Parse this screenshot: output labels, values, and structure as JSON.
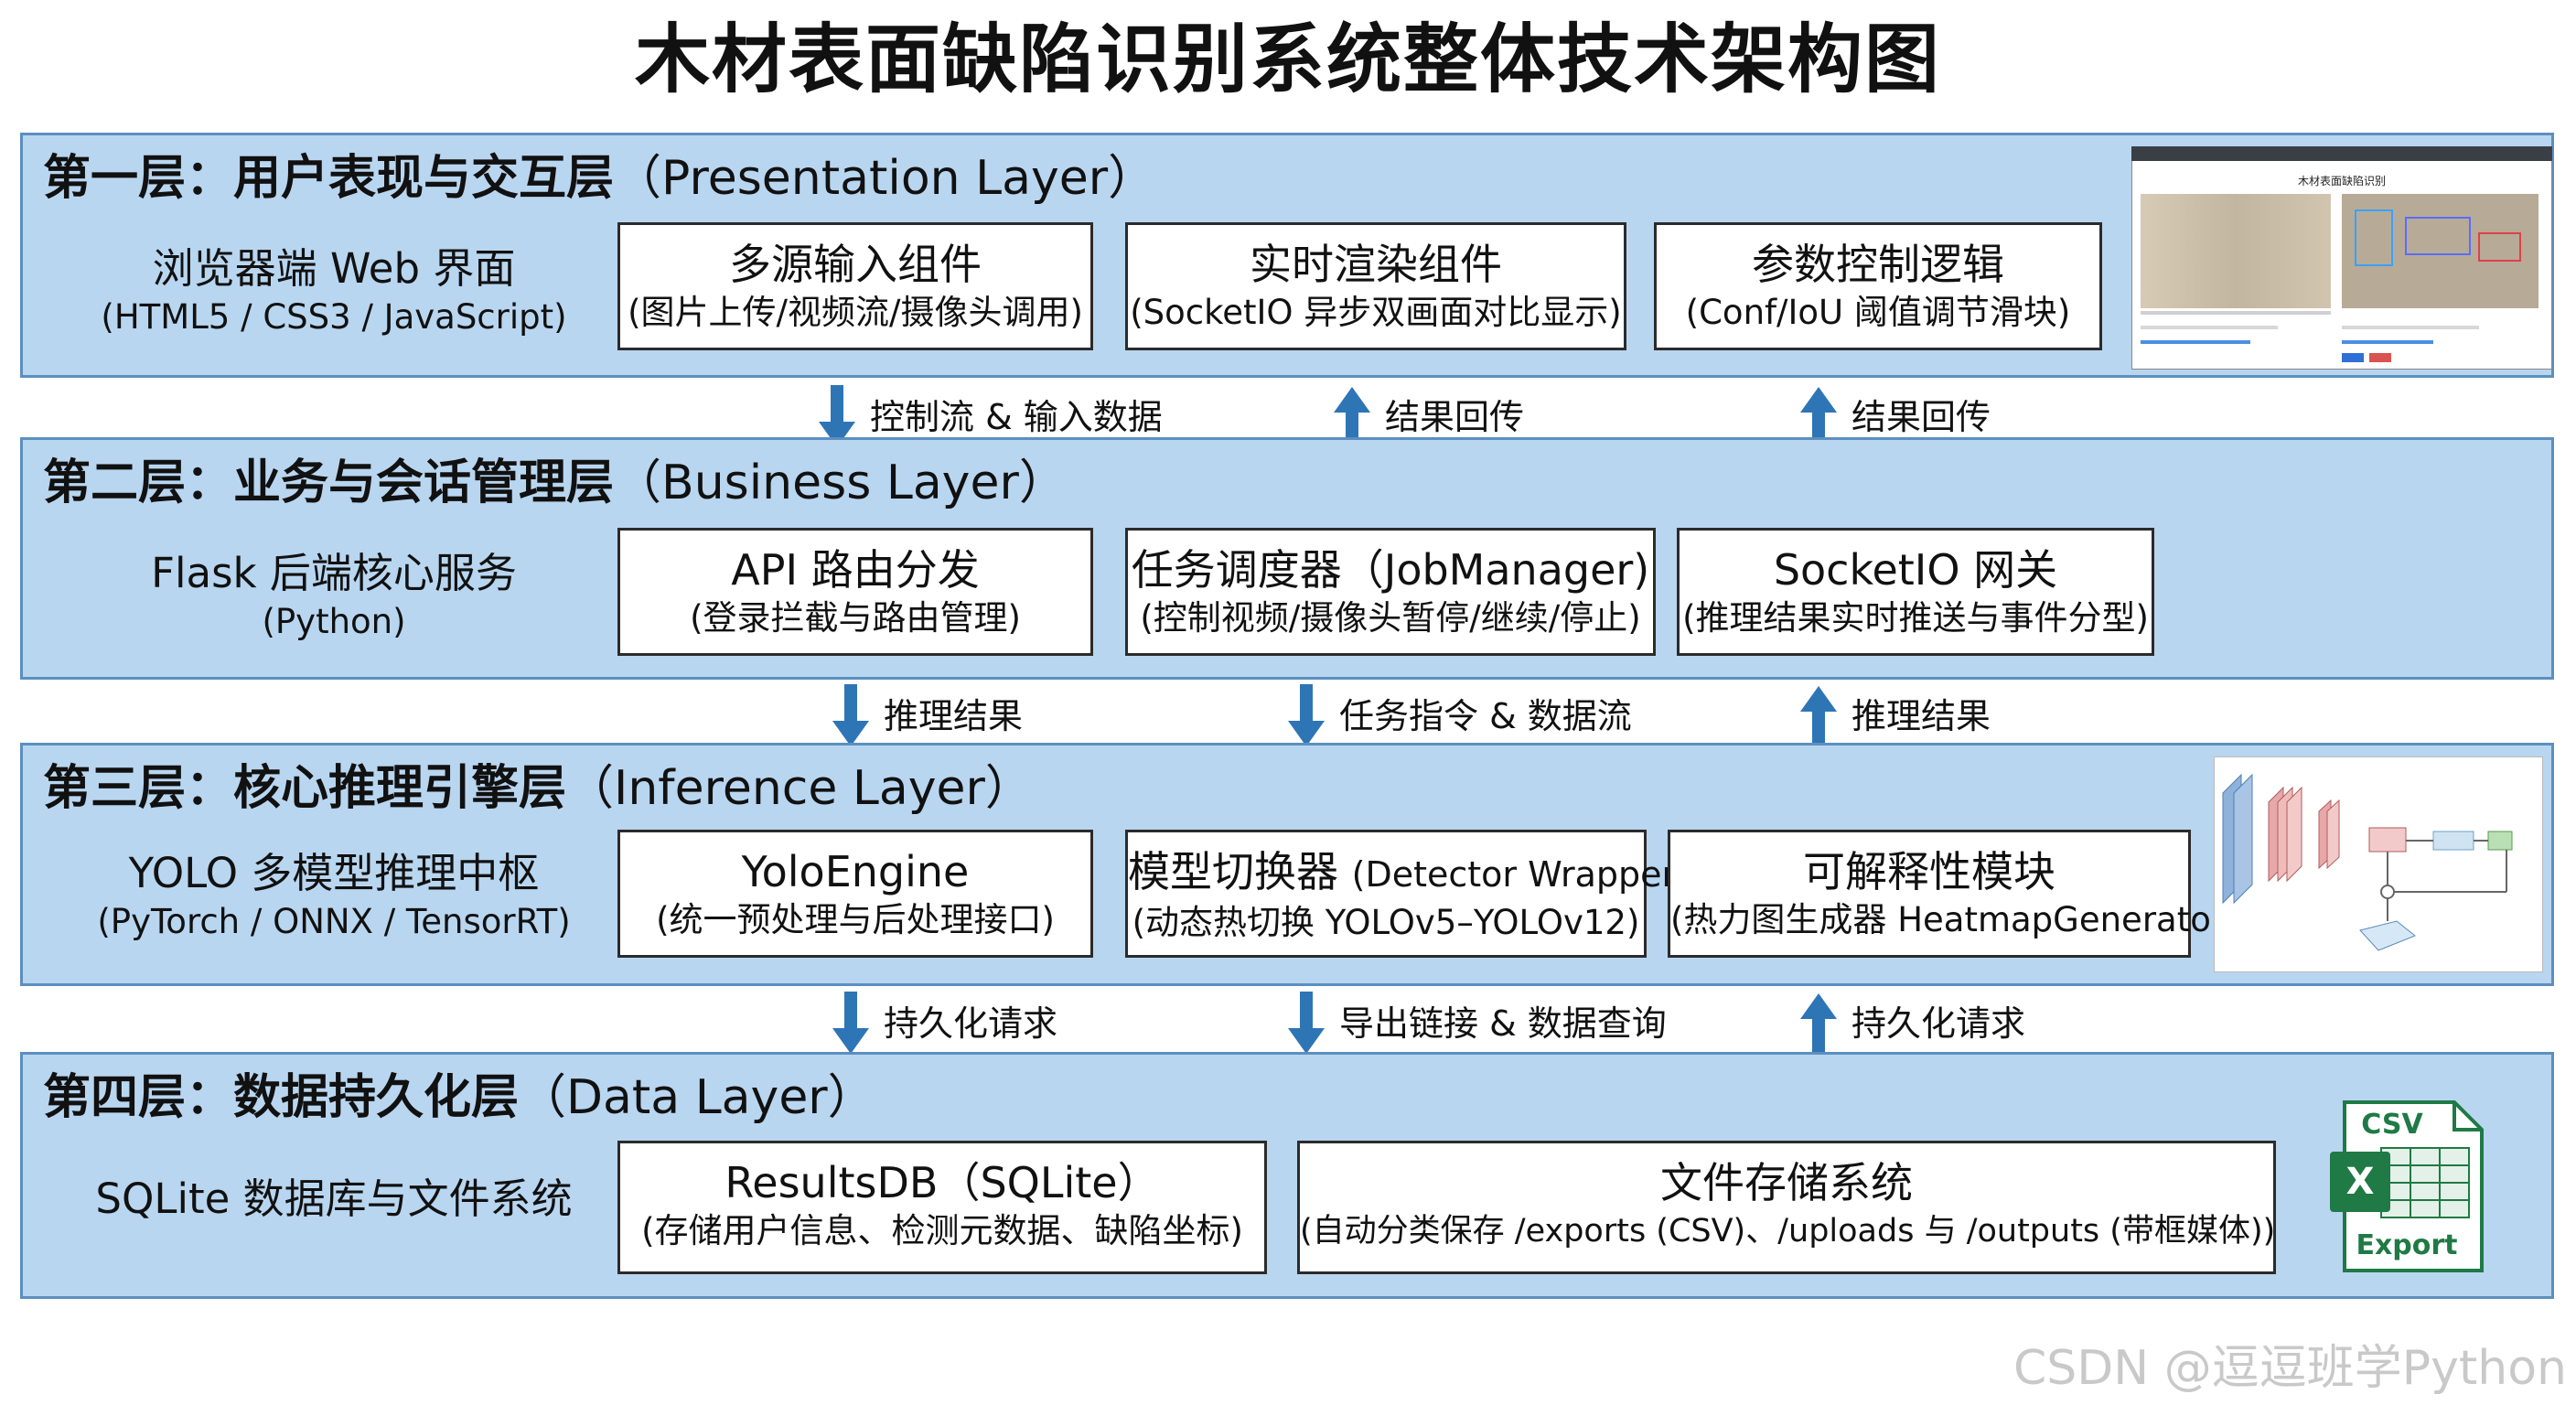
{
  "title": "木材表面缺陷识别系统整体技术架构图",
  "layers": [
    {
      "title_cn": "第一层：用户表现与交互层",
      "title_en": "（Presentation Layer）",
      "desc_main": "浏览器端 Web 界面",
      "desc_sub": "(HTML5 / CSS3 / JavaScript)",
      "boxes": [
        {
          "title": "多源输入组件",
          "sub": "(图片上传/视频流/摄像头调用)"
        },
        {
          "title": "实时渲染组件",
          "sub": "(SocketIO 异步双画面对比显示)"
        },
        {
          "title": "参数控制逻辑",
          "sub": "(Conf/IoU 阈值调节滑块)"
        }
      ],
      "thumb_title": "木材表面缺陷识别"
    },
    {
      "title_cn": "第二层：业务与会话管理层",
      "title_en": "（Business Layer）",
      "desc_main": "Flask 后端核心服务",
      "desc_sub": "(Python)",
      "boxes": [
        {
          "title": "API 路由分发",
          "sub": "(登录拦截与路由管理)"
        },
        {
          "title": "任务调度器（JobManager)",
          "sub": "(控制视频/摄像头暂停/继续/停止)"
        },
        {
          "title": "SocketIO 网关",
          "sub": "(推理结果实时推送与事件分型)"
        }
      ]
    },
    {
      "title_cn": "第三层：核心推理引擎层",
      "title_en": "（Inference Layer）",
      "desc_main": "YOLO 多模型推理中枢",
      "desc_sub": "(PyTorch / ONNX / TensorRT)",
      "boxes": [
        {
          "title": "YoloEngine",
          "sub": "(统一预处理与后处理接口)"
        },
        {
          "title": "模型切换器",
          "title_extra": "(Detector Wrapper)",
          "sub": "(动态热切换 YOLOv5–YOLOv12)"
        },
        {
          "title": "可解释性模块",
          "sub": "(热力图生成器 HeatmapGenerator)"
        }
      ]
    },
    {
      "title_cn": "第四层：数据持久化层",
      "title_en": "（Data Layer）",
      "desc_main": "SQLite 数据库与文件系统",
      "desc_sub": "",
      "boxes": [
        {
          "title": "ResultsDB（SQLite）",
          "sub": "(存储用户信息、检测元数据、缺陷坐标)"
        },
        {
          "title": "文件存储系统",
          "sub": "(自动分类保存 /exports (CSV)、/uploads 与 /outputs (带框媒体))"
        }
      ],
      "icon_csv": "CSV",
      "icon_x": "X",
      "icon_export": "Export"
    }
  ],
  "connectors": [
    [
      {
        "dir": "down",
        "label": "控制流 & 输入数据"
      },
      {
        "dir": "up",
        "label": "结果回传"
      },
      {
        "dir": "up",
        "label": "结果回传"
      }
    ],
    [
      {
        "dir": "down",
        "label": "推理结果"
      },
      {
        "dir": "down",
        "label": "任务指令 & 数据流"
      },
      {
        "dir": "up",
        "label": "推理结果"
      }
    ],
    [
      {
        "dir": "down",
        "label": "持久化请求"
      },
      {
        "dir": "down",
        "label": "导出链接 & 数据查询"
      },
      {
        "dir": "up",
        "label": "持久化请求"
      }
    ]
  ],
  "colors": {
    "layer_bg": "#b9d6f0",
    "layer_border": "#5c8fc0",
    "arrow": "#2e75b6",
    "excel_green": "#1f7a45"
  },
  "watermark": "CSDN @逗逗班学Python"
}
